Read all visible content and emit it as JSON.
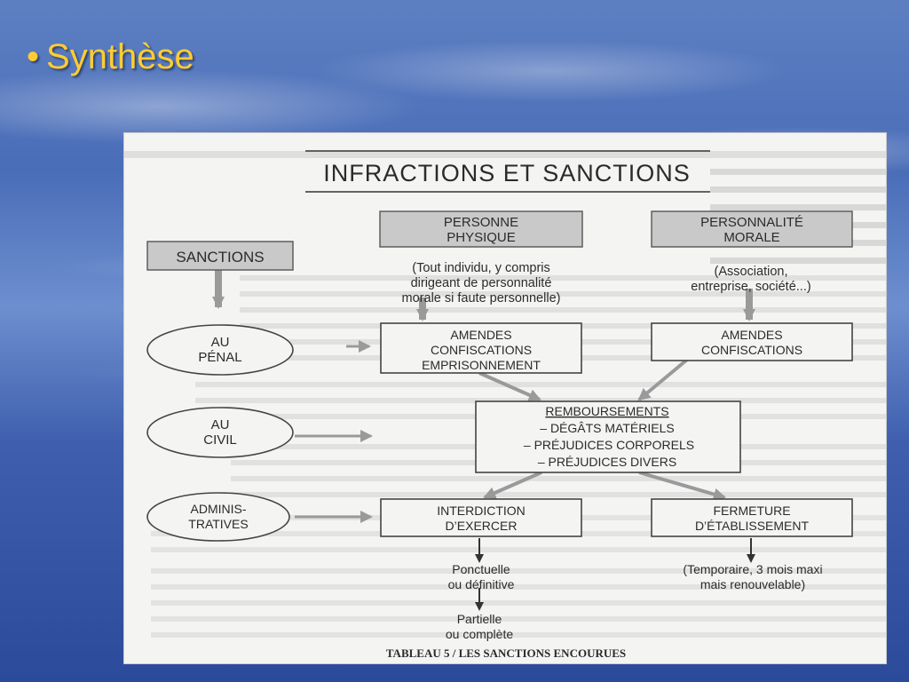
{
  "slide": {
    "bullet": "•",
    "title": "Synthèse"
  },
  "diagram": {
    "header": "INFRACTIONS ET SANCTIONS",
    "sanctions": "SANCTIONS",
    "personne_physique": [
      "PERSONNE",
      "PHYSIQUE"
    ],
    "personnalite_morale": [
      "PERSONNALITÉ",
      "MORALE"
    ],
    "note_physique": [
      "(Tout individu, y compris",
      "dirigeant de personnalité",
      "morale si faute personnelle)"
    ],
    "note_morale": [
      "(Association,",
      "entreprise, société...)"
    ],
    "au_penal": [
      "AU",
      "PÉNAL"
    ],
    "amendes_physique": [
      "AMENDES",
      "CONFISCATIONS",
      "EMPRISONNEMENT"
    ],
    "amendes_morale": [
      "AMENDES",
      "CONFISCATIONS"
    ],
    "au_civil": [
      "AU",
      "CIVIL"
    ],
    "remboursements_title": "REMBOURSEMENTS",
    "remboursements_items": [
      "– DÉGÂTS MATÉRIELS",
      "– PRÉJUDICES CORPORELS",
      "– PRÉJUDICES DIVERS"
    ],
    "administratives": [
      "ADMINIS-",
      "TRATIVES"
    ],
    "interdiction": [
      "INTERDICTION",
      "D’EXERCER"
    ],
    "fermeture": [
      "FERMETURE",
      "D’ÉTABLISSEMENT"
    ],
    "ponctuelle": [
      "Ponctuelle",
      "ou définitive"
    ],
    "temporaire": [
      "(Temporaire, 3 mois maxi",
      "mais renouvelable)"
    ],
    "partielle": [
      "Partielle",
      "ou complète"
    ],
    "caption": "TABLEAU 5 / LES SANCTIONS ENCOURUES"
  }
}
